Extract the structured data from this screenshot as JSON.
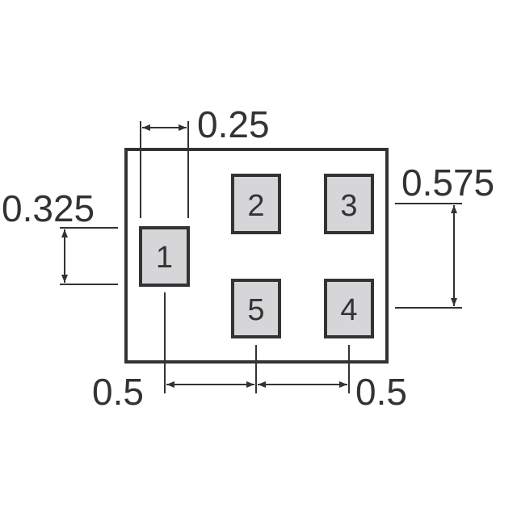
{
  "colors": {
    "stroke": "#333333",
    "pad_fill": "#d6d6d8",
    "background": "#ffffff"
  },
  "pads": [
    {
      "label": "1"
    },
    {
      "label": "2"
    },
    {
      "label": "3"
    },
    {
      "label": "4"
    },
    {
      "label": "5"
    }
  ],
  "dimensions": {
    "pad_width": "0.25",
    "pad_height": "0.325",
    "row_pitch": "0.575",
    "pitch_left": "0.5",
    "pitch_right": "0.5"
  }
}
